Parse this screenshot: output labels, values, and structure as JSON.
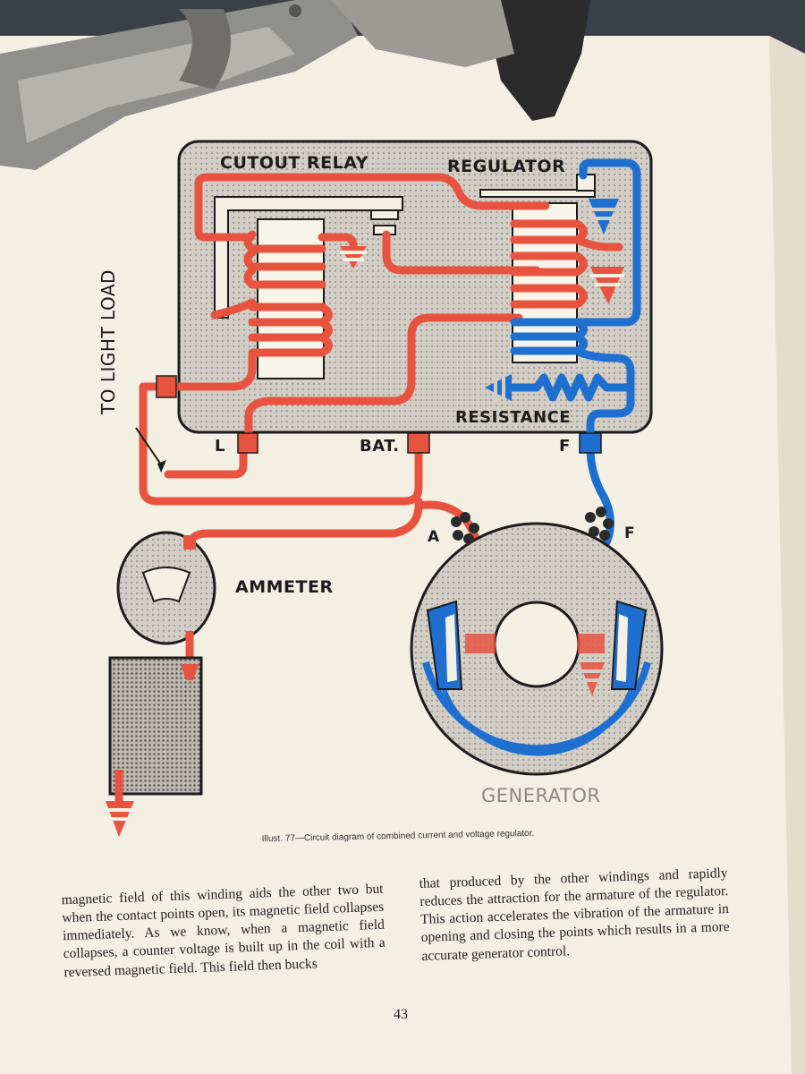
{
  "diagram": {
    "labels": {
      "cutout_relay": "CUTOUT RELAY",
      "regulator": "REGULATOR",
      "to_light_load": "TO LIGHT LOAD",
      "resistance": "RESISTANCE",
      "terminal_l": "L",
      "terminal_bat": "BAT.",
      "terminal_f_top": "F",
      "terminal_a": "A",
      "terminal_f_gen": "F",
      "ammeter": "AMMETER",
      "generator": "GENERATOR"
    },
    "colors": {
      "current_red": "#e8533f",
      "field_blue": "#1f6fd1",
      "panel_gray": "#c9c6bf",
      "paper": "#f4f0e4",
      "outline": "#1c1c1c"
    }
  },
  "caption": "Illust. 77—Circuit diagram of combined current and voltage regulator.",
  "text": {
    "left_column": "magnetic field of this winding aids the other two but when the contact points open, its magnetic field collapses immediately. As we know, when a magnetic field collapses, a counter voltage is built up in the coil with a reversed magnetic field. This field then bucks",
    "right_column": "that produced by the other windings and rapidly reduces the attraction for the armature of the regulator. This action accelerates the vibration of the armature in opening and closing the points which results in a more accurate generator control."
  },
  "page_number": "43"
}
